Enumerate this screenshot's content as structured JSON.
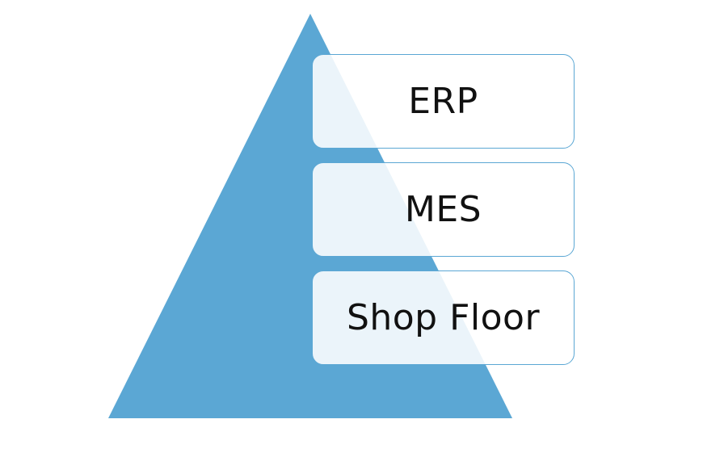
{
  "diagram": {
    "colors": {
      "pyramid_fill": "#5ba7d4",
      "box_border": "#5ba7d4",
      "box_fill": "#ffffff",
      "text": "#111111"
    },
    "levels": [
      {
        "label": "ERP"
      },
      {
        "label": "MES"
      },
      {
        "label": "Shop Floor"
      }
    ]
  }
}
